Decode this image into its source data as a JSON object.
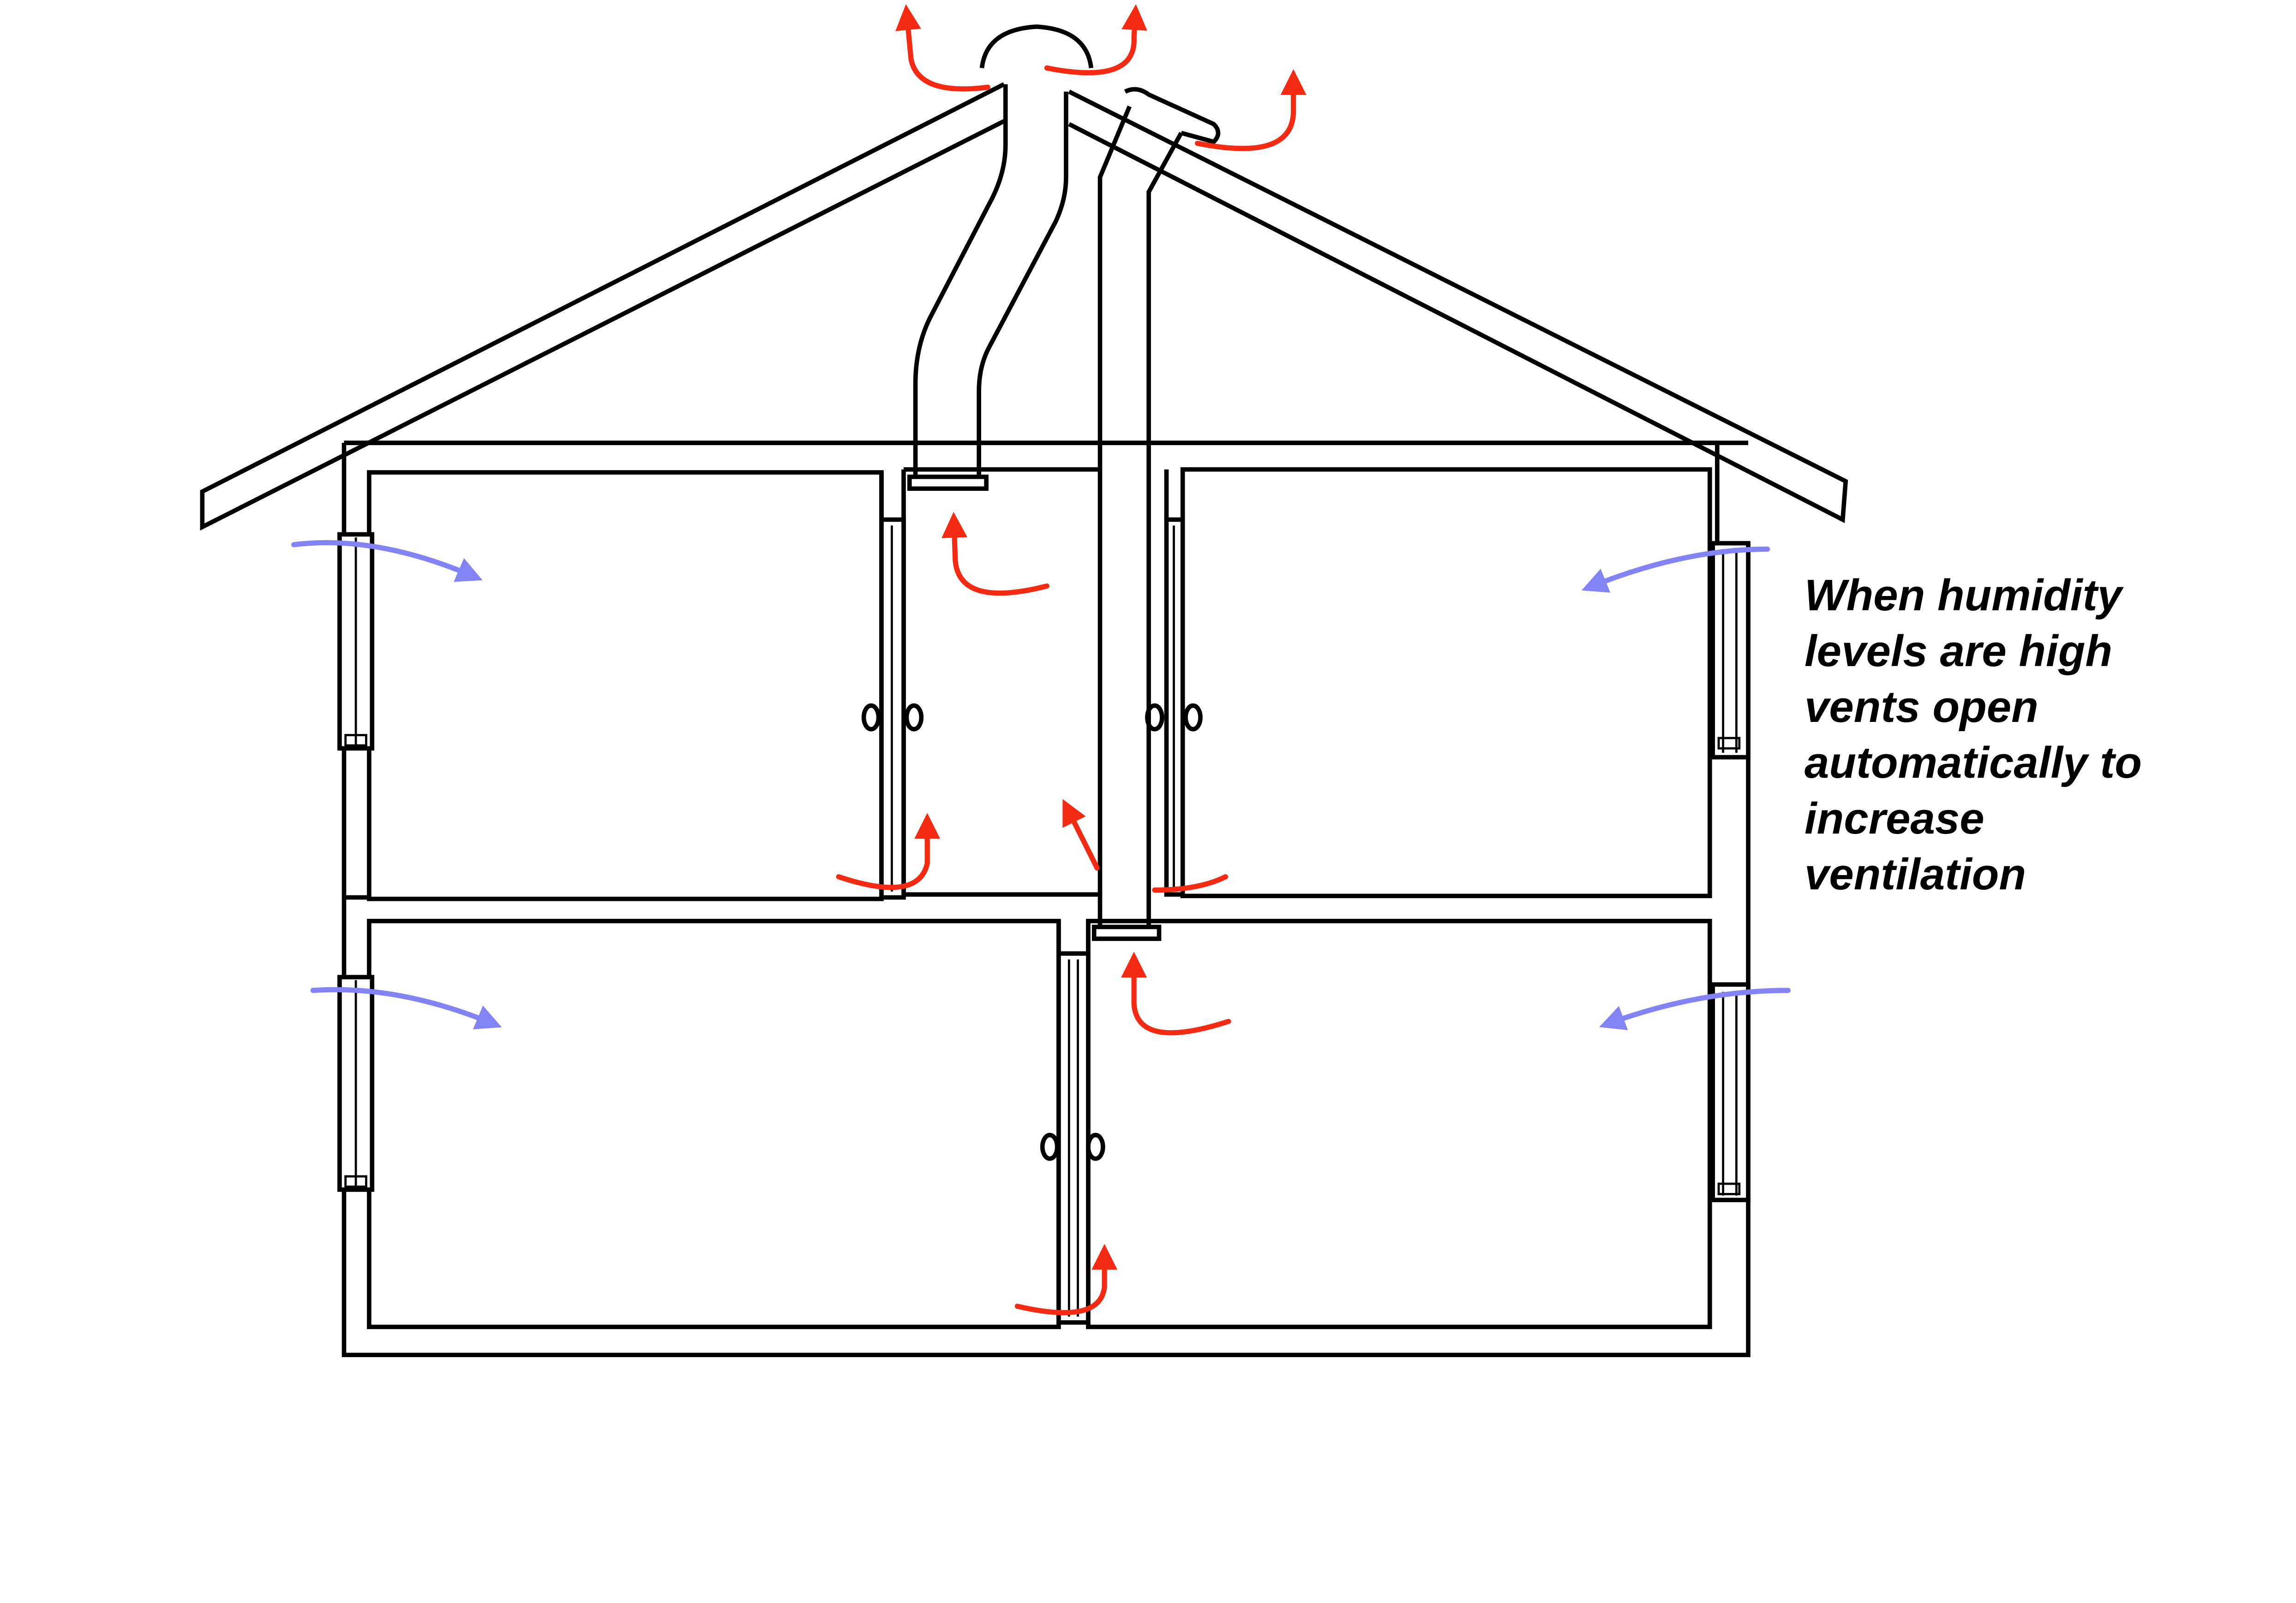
{
  "caption": {
    "lines": [
      "When humidity",
      "levels are high",
      "vents open",
      "automatically to",
      "increase",
      "ventilation"
    ]
  },
  "colors": {
    "outline": "#000000",
    "exhaust_airflow": "#f52a12",
    "fresh_airflow": "#8383f5",
    "background": "#ffffff"
  }
}
